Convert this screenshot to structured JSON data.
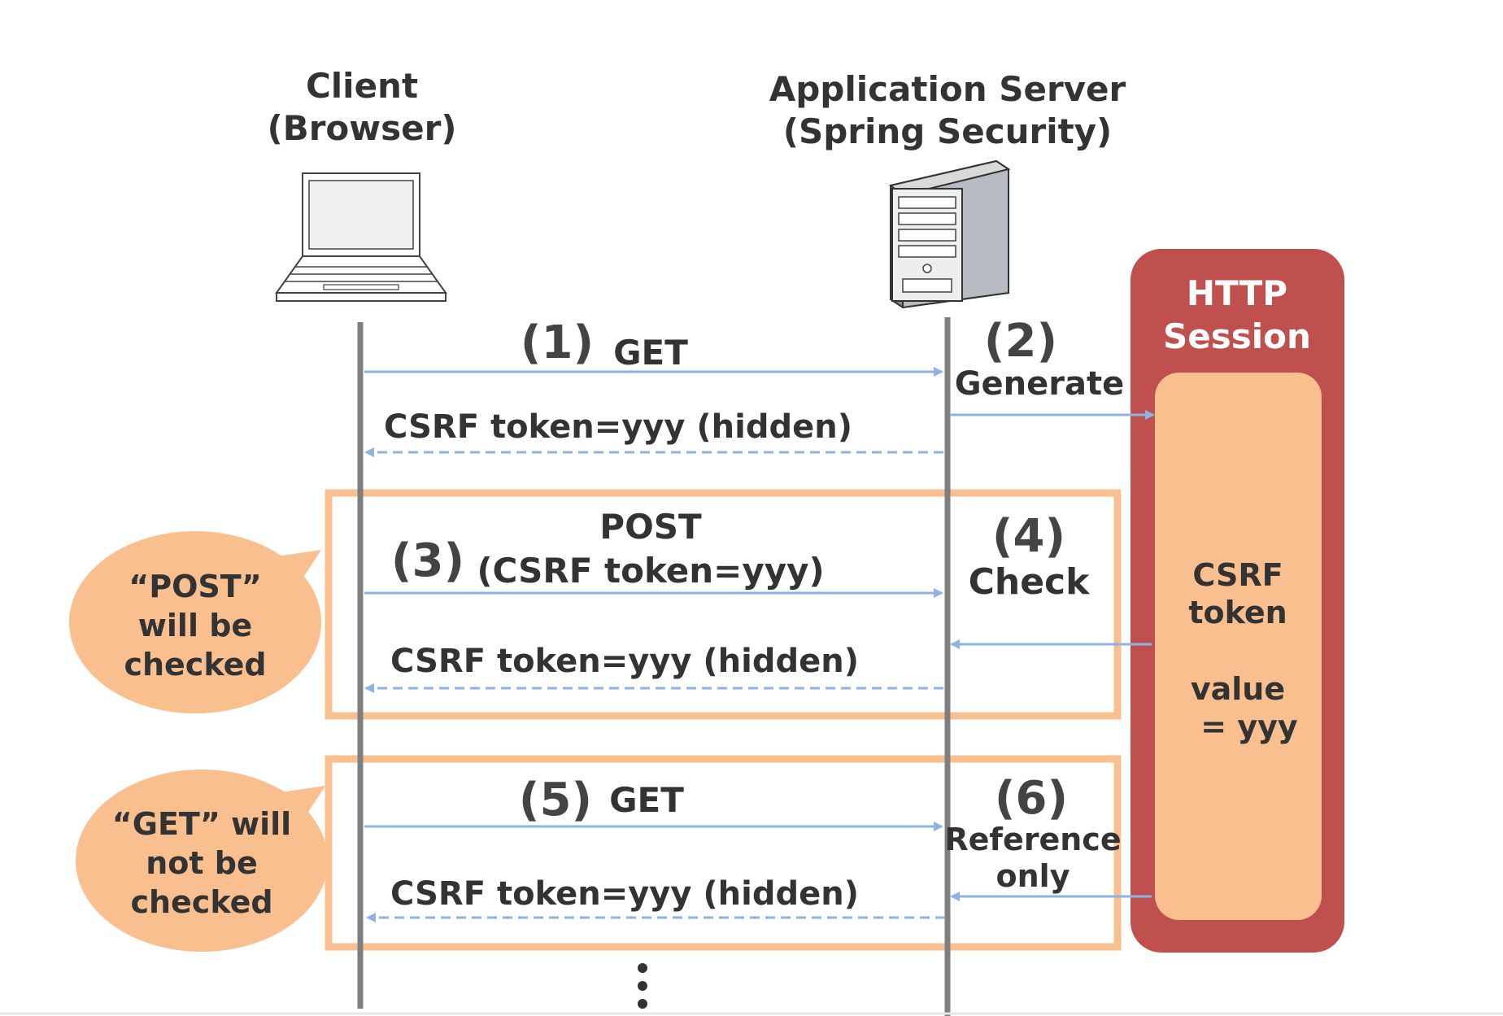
{
  "actors": {
    "client": {
      "line1": "Client",
      "line2": "(Browser)",
      "icon": "laptop-icon"
    },
    "server": {
      "line1": "Application Server",
      "line2": "(Spring Security)",
      "icon": "server-icon"
    }
  },
  "session": {
    "title_line1": "HTTP",
    "title_line2": "Session",
    "token_line1": "CSRF",
    "token_line2": "token",
    "value_line1": "value",
    "value_line2": "= yyy"
  },
  "steps": {
    "s1": {
      "num": "(1)",
      "label": "GET"
    },
    "r1": "CSRF token=yyy (hidden)",
    "s2": {
      "num": "(2)",
      "label": "Generate"
    },
    "s3": {
      "num": "(3)",
      "label_line1": "POST",
      "label_line2": "(CSRF token=yyy)"
    },
    "r3": "CSRF token=yyy (hidden)",
    "s4": {
      "num": "(4)",
      "label": "Check"
    },
    "s5": {
      "num": "(5)",
      "label": "GET"
    },
    "r5": "CSRF token=yyy (hidden)",
    "s6": {
      "num": "(6)",
      "label_line1": "Reference",
      "label_line2": "only"
    }
  },
  "callouts": {
    "post": {
      "line1": "“POST”",
      "line2": "will be",
      "line3": "checked"
    },
    "get": {
      "line1": "“GET” will",
      "line2": "not be",
      "line3": "checked"
    }
  },
  "colors": {
    "lifeline": "#7f7f7f",
    "arrow": "#8db3e2",
    "session_red": "#c0504d",
    "peach": "#f9bf8f",
    "text": "#333333"
  }
}
